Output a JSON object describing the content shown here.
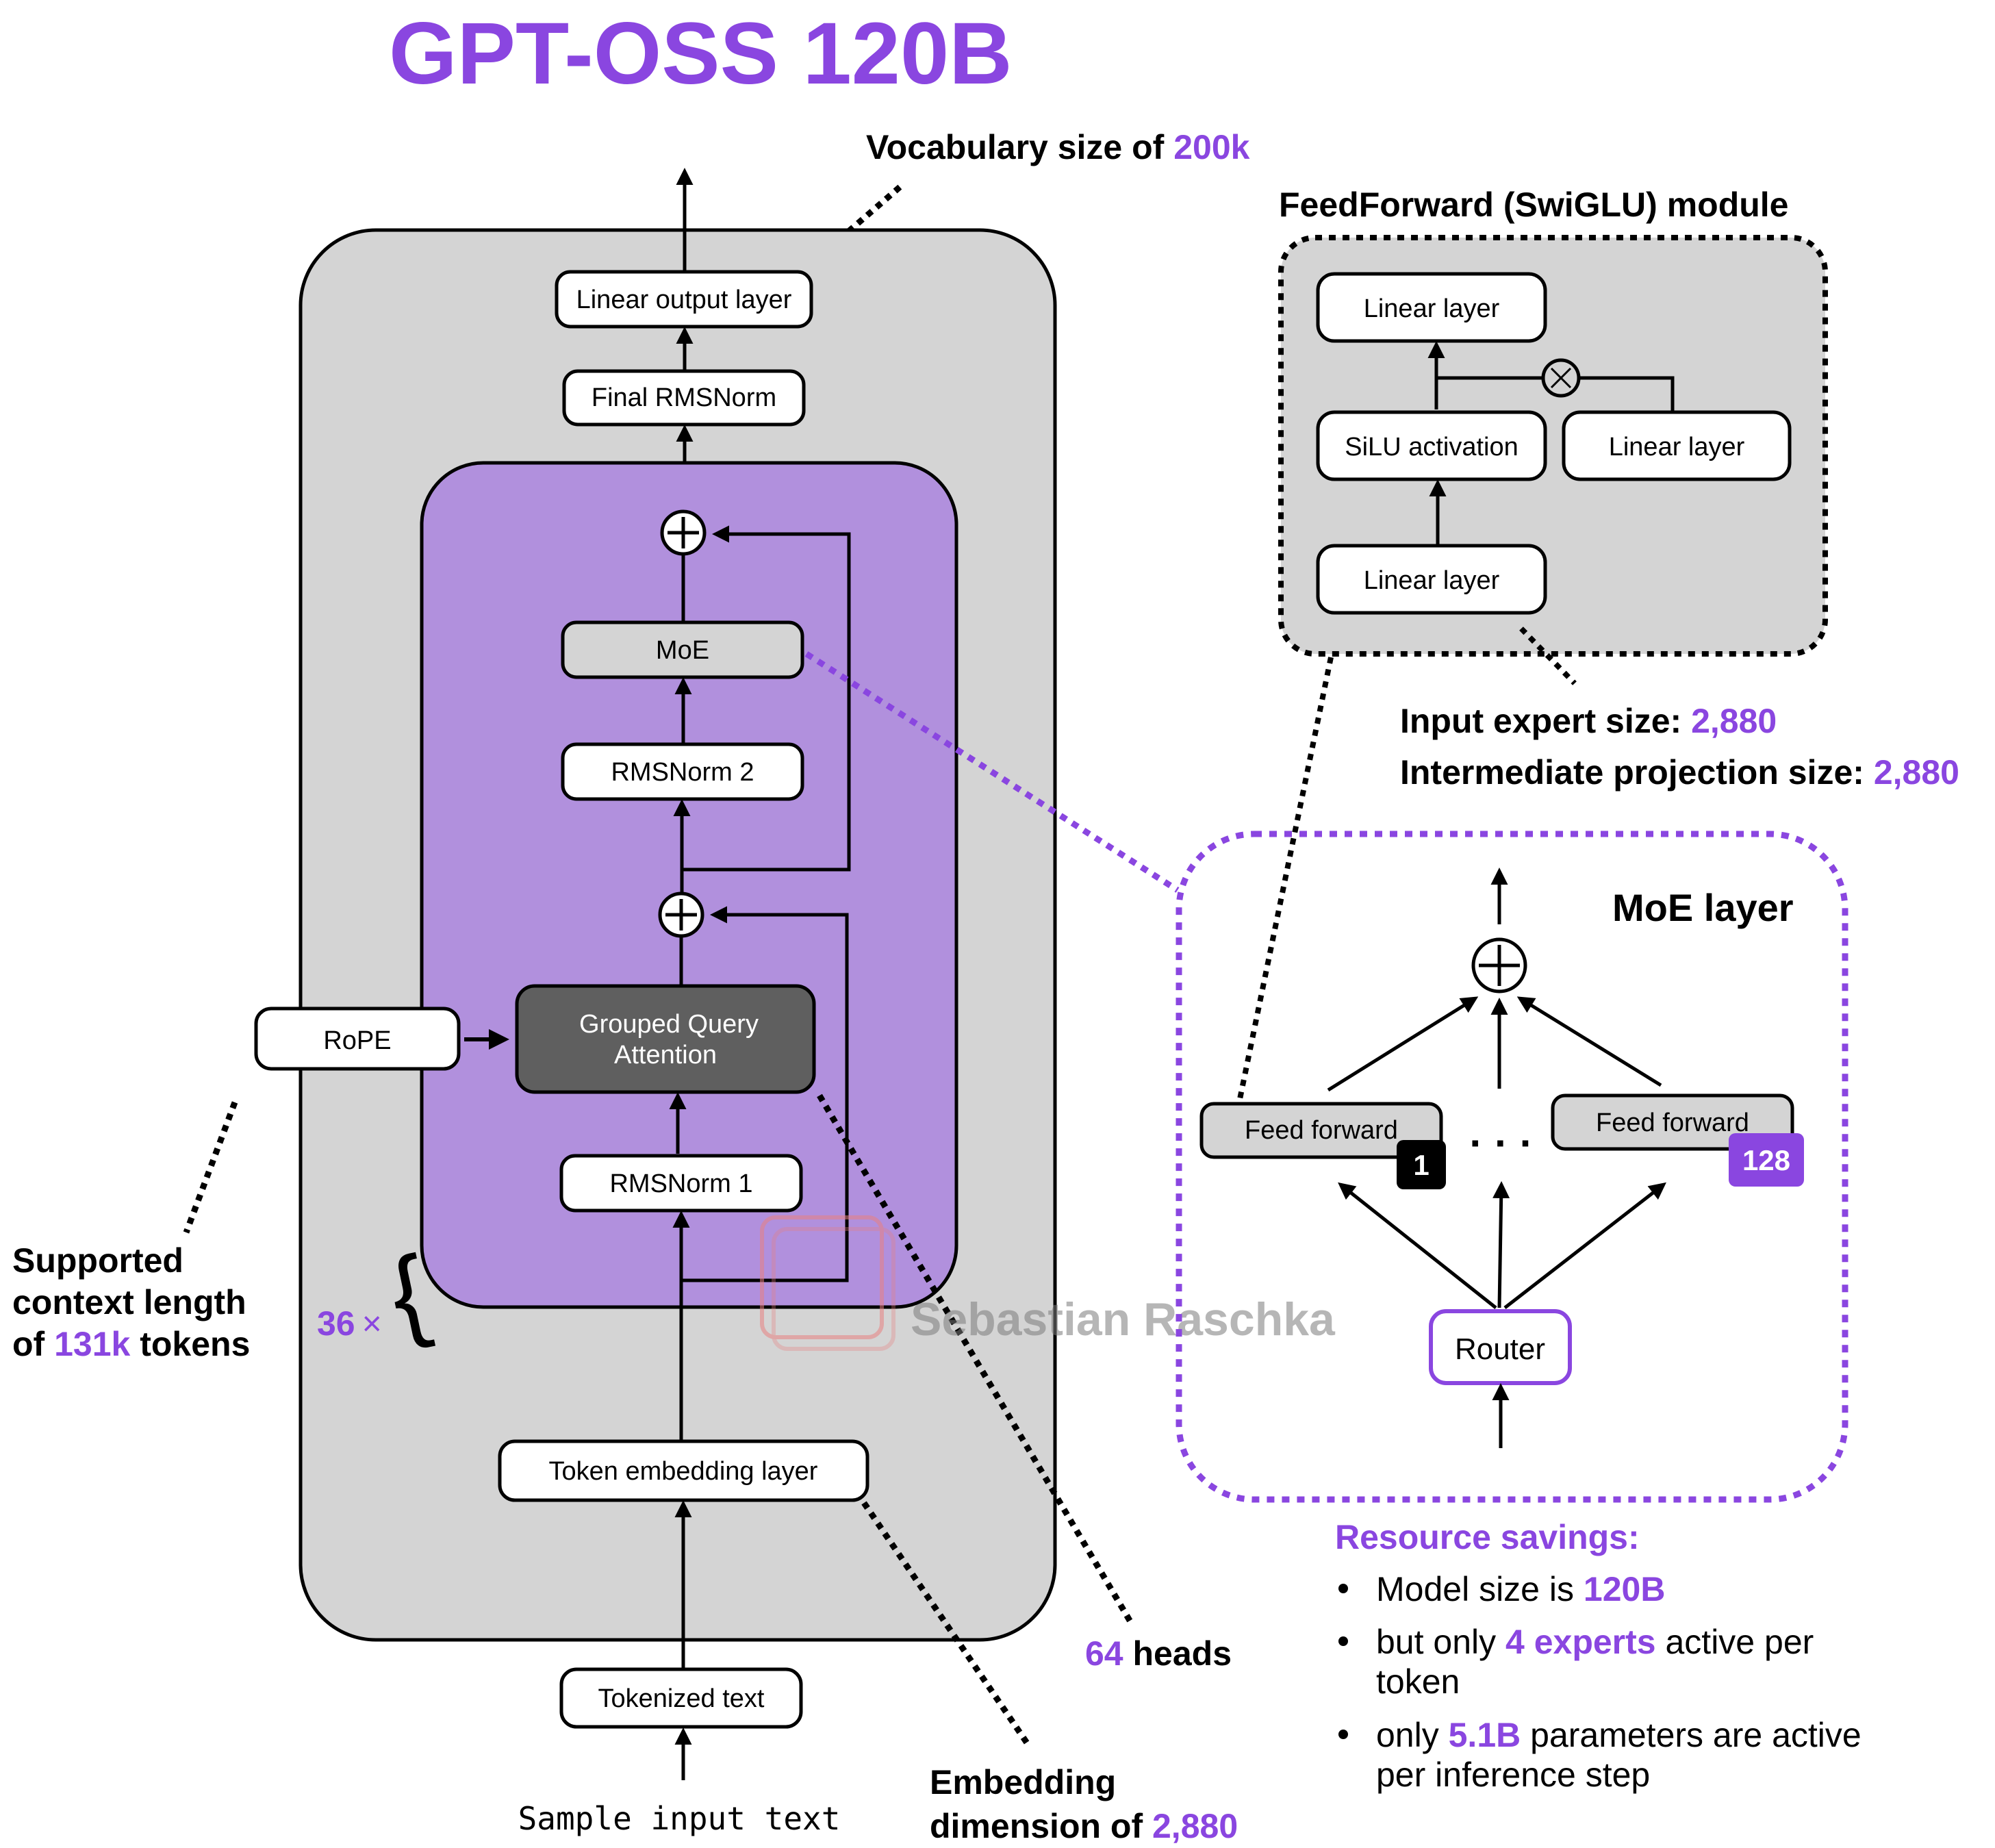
{
  "title": "GPT-OSS 120B",
  "colors": {
    "accent": "#8a46e0",
    "outer_box": "#d4d4d4",
    "transformer_block": "#b190dd",
    "gqa_box": "#5f5f5f",
    "moe_box": "#d4d4d4",
    "expert_badge_1": "#000000",
    "expert_badge_128": "#8a46e0",
    "watermark": "#a0a0a0"
  },
  "annotations": {
    "vocab": {
      "prefix": "Vocabulary size of ",
      "value": "200k"
    },
    "context": {
      "line1": "Supported",
      "line2": "context length",
      "line3_prefix": "of ",
      "line3_value": "131k",
      "line3_suffix": " tokens"
    },
    "repeat": {
      "count": "36",
      "symbol": "×"
    },
    "heads": {
      "value": "64",
      "suffix": " heads"
    },
    "embedding": {
      "line1": "Embedding",
      "line2_prefix": "dimension of ",
      "line2_value": "2,880"
    },
    "expert_sizes": {
      "input_label": "Input expert size: ",
      "input_value": "2,880",
      "intermediate_label": "Intermediate projection size: ",
      "intermediate_value": "2,880"
    }
  },
  "main_stack": {
    "linear_output": "Linear output layer",
    "final_norm": "Final RMSNorm",
    "moe": "MoE",
    "norm2": "RMSNorm 2",
    "gqa_line1": "Grouped Query",
    "gqa_line2": "Attention",
    "norm1": "RMSNorm 1",
    "rope": "RoPE",
    "token_embedding": "Token embedding layer",
    "tokenized_text": "Tokenized text",
    "sample_input": "Sample input text"
  },
  "feedforward_module": {
    "title": "FeedForward (SwiGLU) module",
    "linear_top": "Linear layer",
    "silu": "SiLU activation",
    "linear_right": "Linear layer",
    "linear_bottom": "Linear layer"
  },
  "moe_layer": {
    "title": "MoE layer",
    "expert_left": "Feed forward",
    "expert_left_badge": "1",
    "expert_right": "Feed forward",
    "expert_right_badge": "128",
    "ellipsis": "· · ·",
    "router": "Router"
  },
  "resource_savings": {
    "title": "Resource savings:",
    "bullets": [
      {
        "prefix": "Model size is ",
        "highlight": "120B",
        "suffix": ""
      },
      {
        "prefix": "but only ",
        "highlight": "4 experts",
        "suffix": " active per",
        "line2": "token"
      },
      {
        "prefix": "only ",
        "highlight": "5.1B",
        "suffix": " parameters are active",
        "line2": "per inference step"
      }
    ]
  },
  "watermark": "Sebastian Raschka"
}
